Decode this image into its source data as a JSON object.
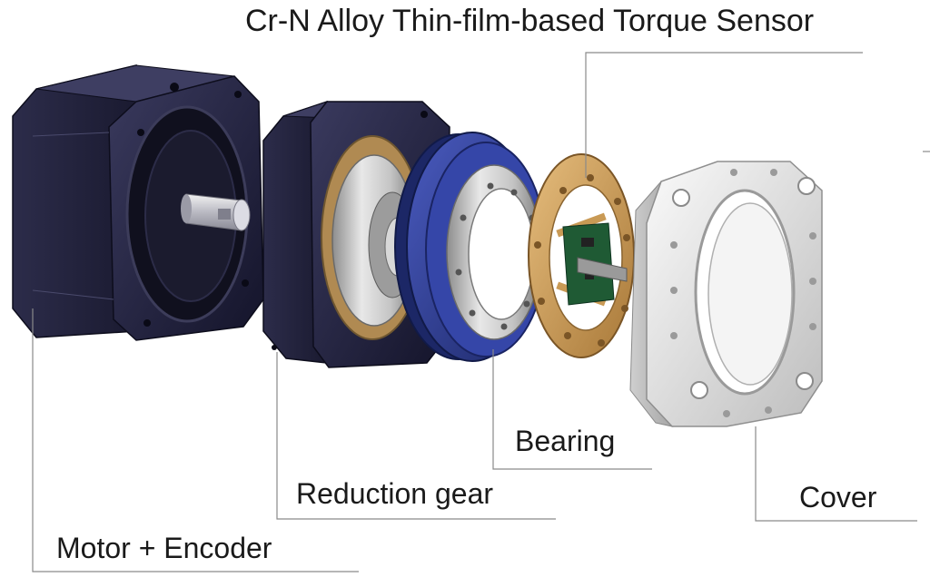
{
  "labels": {
    "torque_sensor": "Cr-N Alloy Thin-film-based Torque Sensor",
    "motor_encoder": "Motor + Encoder",
    "reduction_gear": "Reduction gear",
    "bearing": "Bearing",
    "cover": "Cover"
  },
  "colors": {
    "motor_housing": "#23233f",
    "gear_housing": "#23233f",
    "bearing_blue": "#2f3f92",
    "sensor_gold": "#c99a55",
    "circuit_green": "#1f5a34",
    "cover_silver": "#d6d6d6",
    "leader_line": "#8a8a8a"
  }
}
